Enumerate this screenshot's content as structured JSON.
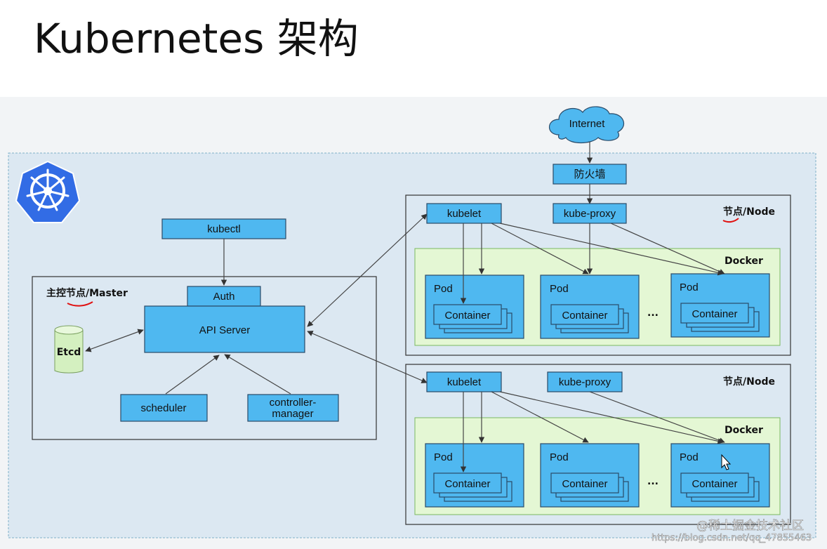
{
  "title": "Kubernetes 架构",
  "internet": "Internet",
  "firewall": "防火墙",
  "master": {
    "label": "主控节点/Master",
    "kubectl": "kubectl",
    "auth": "Auth",
    "api_server": "API Server",
    "etcd": "Etcd",
    "scheduler": "scheduler",
    "controller_manager_line1": "controller-",
    "controller_manager_line2": "manager"
  },
  "nodes": [
    {
      "label": "节点/Node",
      "kubelet": "kubelet",
      "kube_proxy": "kube-proxy",
      "docker": "Docker",
      "pods": [
        {
          "pod": "Pod",
          "container": "Container"
        },
        {
          "pod": "Pod",
          "container": "Container"
        },
        {
          "pod": "Pod",
          "container": "Container"
        }
      ],
      "ellipsis": "..."
    },
    {
      "label": "节点/Node",
      "kubelet": "kubelet",
      "kube_proxy": "kube-proxy",
      "docker": "Docker",
      "pods": [
        {
          "pod": "Pod",
          "container": "Container"
        },
        {
          "pod": "Pod",
          "container": "Container"
        },
        {
          "pod": "Pod",
          "container": "Container"
        }
      ],
      "ellipsis": "..."
    }
  ],
  "watermark": {
    "line1": "@稀土掘金技术社区",
    "line2": "https://blog.csdn.net/qq_47855463"
  },
  "colors": {
    "component_blue": "#4fb8f0",
    "cluster_bg": "#dce8f2",
    "docker_green": "#e4f7d4",
    "logo_blue": "#326ce5",
    "annotation_red": "#e01010"
  }
}
